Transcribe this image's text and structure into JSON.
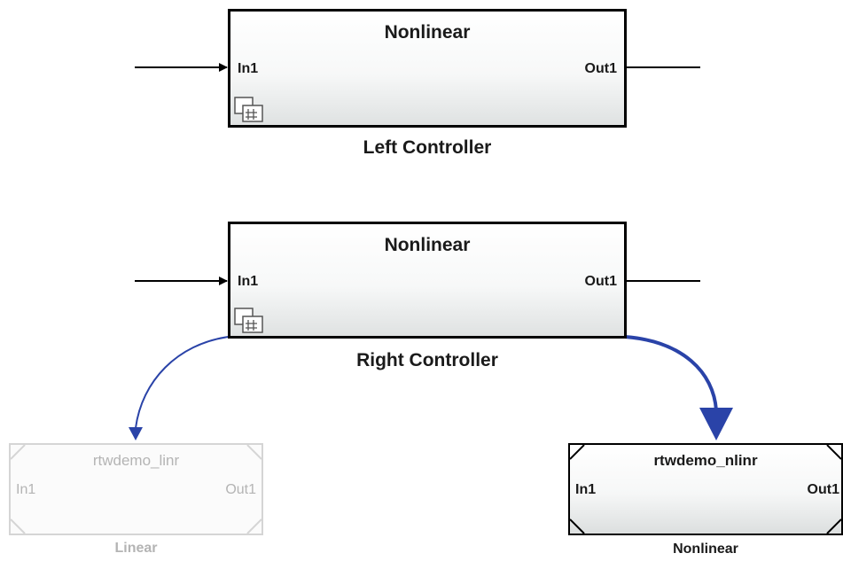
{
  "left_controller": {
    "variant": "Nonlinear",
    "in_port": "In1",
    "out_port": "Out1",
    "label": "Left Controller",
    "icon": "variant-subsystem-icon"
  },
  "right_controller": {
    "variant": "Nonlinear",
    "in_port": "In1",
    "out_port": "Out1",
    "label": "Right Controller",
    "icon": "variant-subsystem-icon"
  },
  "linear_model": {
    "name": "rtwdemo_linr",
    "in_port": "In1",
    "out_port": "Out1",
    "label": "Linear",
    "active": false
  },
  "nonlinear_model": {
    "name": "rtwdemo_nlinr",
    "in_port": "In1",
    "out_port": "Out1",
    "label": "Nonlinear",
    "active": true
  },
  "colors": {
    "variant_link": "#2a43a8",
    "active_text": "#1a1a1a",
    "inactive_text": "#b4b4b4"
  }
}
